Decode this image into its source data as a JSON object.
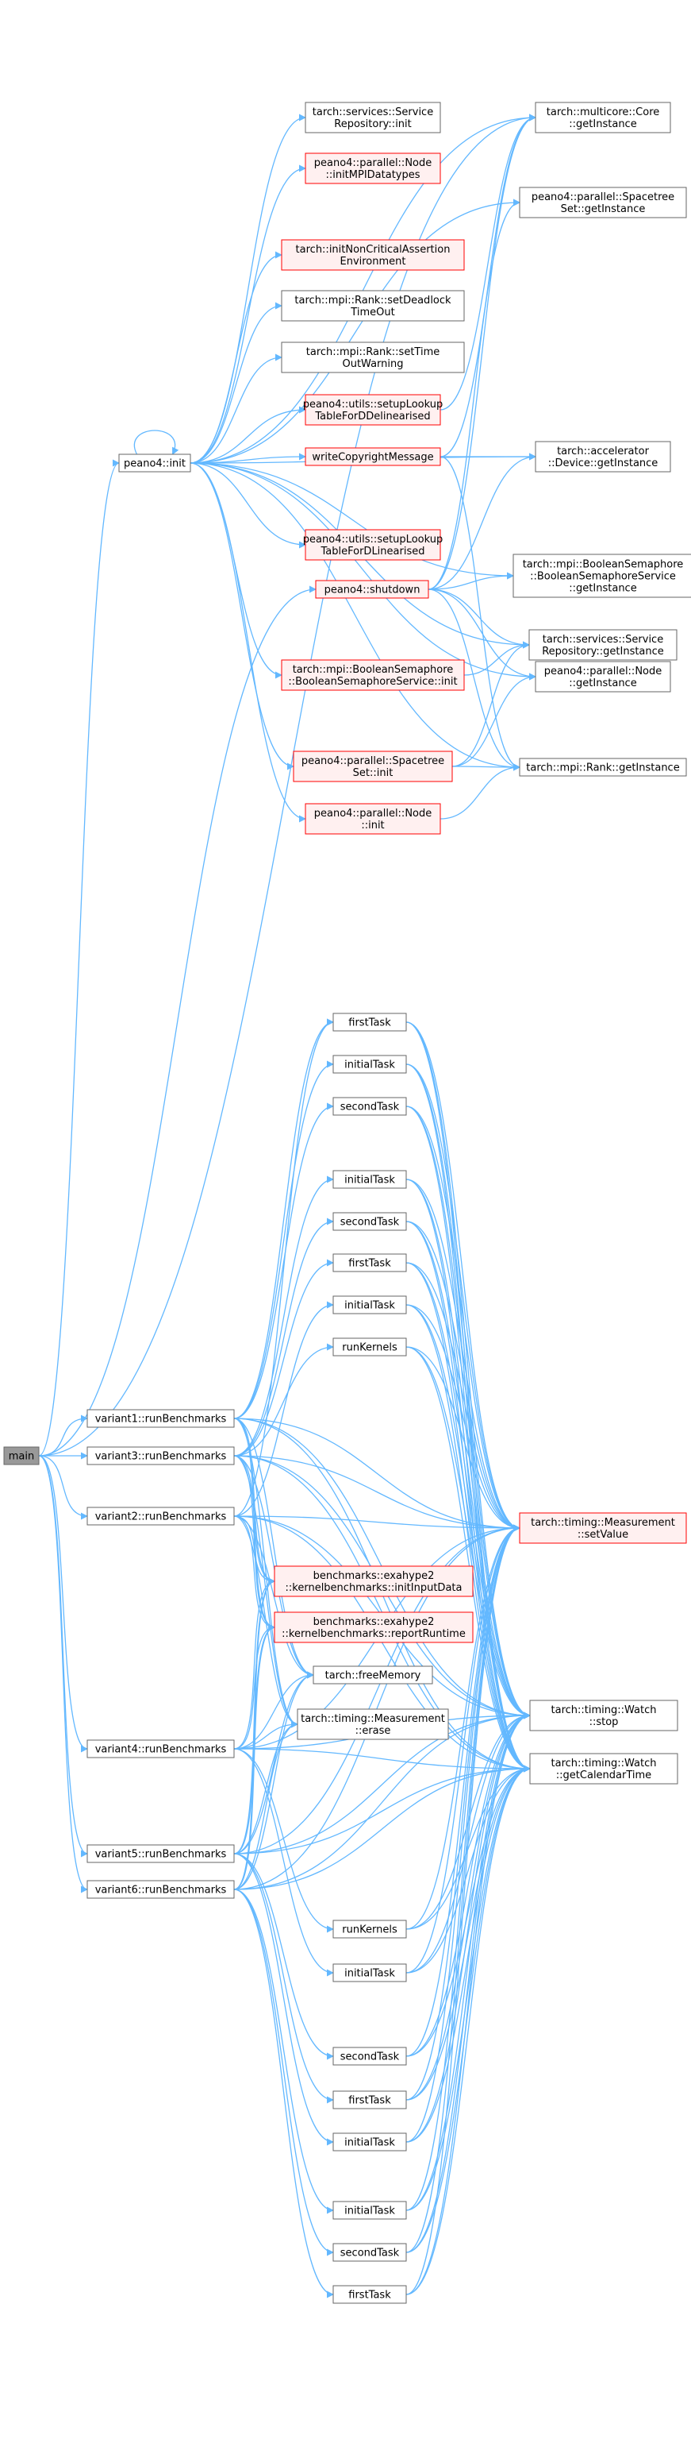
{
  "colors": {
    "edge": "#63b8ff",
    "node_border": "#666666",
    "node_fill": "#ffffff",
    "red_border": "#ff0000",
    "red_fill": "#fff0f0",
    "selected_fill": "#999999",
    "selected_border": "#666666"
  },
  "nodes": [
    {
      "id": "main",
      "lines": [
        "main"
      ],
      "style": "selected",
      "interactable": false
    },
    {
      "id": "peano4_init",
      "lines": [
        "peano4::init"
      ],
      "style": "normal"
    },
    {
      "id": "v1",
      "lines": [
        "variant1::runBenchmarks"
      ],
      "style": "normal"
    },
    {
      "id": "v3",
      "lines": [
        "variant3::runBenchmarks"
      ],
      "style": "normal"
    },
    {
      "id": "v2",
      "lines": [
        "variant2::runBenchmarks"
      ],
      "style": "normal"
    },
    {
      "id": "v4",
      "lines": [
        "variant4::runBenchmarks"
      ],
      "style": "normal"
    },
    {
      "id": "v5",
      "lines": [
        "variant5::runBenchmarks"
      ],
      "style": "normal"
    },
    {
      "id": "v6",
      "lines": [
        "variant6::runBenchmarks"
      ],
      "style": "normal"
    },
    {
      "id": "svc_init",
      "lines": [
        "tarch::services::Service",
        "Repository::init"
      ],
      "style": "normal"
    },
    {
      "id": "initMPI",
      "lines": [
        "peano4::parallel::Node",
        "::initMPIDatatypes"
      ],
      "style": "red"
    },
    {
      "id": "initNonCrit",
      "lines": [
        "tarch::initNonCriticalAssertion",
        "Environment"
      ],
      "style": "red"
    },
    {
      "id": "setDeadlock",
      "lines": [
        "tarch::mpi::Rank::setDeadlock",
        "TimeOut"
      ],
      "style": "normal"
    },
    {
      "id": "setTimeOut",
      "lines": [
        "tarch::mpi::Rank::setTime",
        "OutWarning"
      ],
      "style": "normal"
    },
    {
      "id": "lookupDelin",
      "lines": [
        "peano4::utils::setupLookup",
        "TableForDDelinearised"
      ],
      "style": "red"
    },
    {
      "id": "writeCopy",
      "lines": [
        "writeCopyrightMessage"
      ],
      "style": "red"
    },
    {
      "id": "lookupLin",
      "lines": [
        "peano4::utils::setupLookup",
        "TableForDLinearised"
      ],
      "style": "red"
    },
    {
      "id": "shutdown",
      "lines": [
        "peano4::shutdown"
      ],
      "style": "red"
    },
    {
      "id": "boolSemInit",
      "lines": [
        "tarch::mpi::BooleanSemaphore",
        "::BooleanSemaphoreService::init"
      ],
      "style": "red"
    },
    {
      "id": "spacetreeInit",
      "lines": [
        "peano4::parallel::Spacetree",
        "Set::init"
      ],
      "style": "red"
    },
    {
      "id": "nodeInit",
      "lines": [
        "peano4::parallel::Node",
        "::init"
      ],
      "style": "red"
    },
    {
      "id": "coreGet",
      "lines": [
        "tarch::multicore::Core",
        "::getInstance"
      ],
      "style": "normal"
    },
    {
      "id": "spacetreeGet",
      "lines": [
        "peano4::parallel::Spacetree",
        "Set::getInstance"
      ],
      "style": "normal"
    },
    {
      "id": "accelGet",
      "lines": [
        "tarch::accelerator",
        "::Device::getInstance"
      ],
      "style": "normal"
    },
    {
      "id": "boolSemGet",
      "lines": [
        "tarch::mpi::BooleanSemaphore",
        "::BooleanSemaphoreService",
        "::getInstance"
      ],
      "style": "normal"
    },
    {
      "id": "svcGet",
      "lines": [
        "tarch::services::Service",
        "Repository::getInstance"
      ],
      "style": "normal"
    },
    {
      "id": "nodeGet",
      "lines": [
        "peano4::parallel::Node",
        "::getInstance"
      ],
      "style": "normal"
    },
    {
      "id": "rankGet",
      "lines": [
        "tarch::mpi::Rank::getInstance"
      ],
      "style": "normal"
    },
    {
      "id": "ft1",
      "lines": [
        "firstTask"
      ],
      "style": "normal"
    },
    {
      "id": "it1",
      "lines": [
        "initialTask"
      ],
      "style": "normal"
    },
    {
      "id": "st1",
      "lines": [
        "secondTask"
      ],
      "style": "normal"
    },
    {
      "id": "it2",
      "lines": [
        "initialTask"
      ],
      "style": "normal"
    },
    {
      "id": "st2",
      "lines": [
        "secondTask"
      ],
      "style": "normal"
    },
    {
      "id": "ft2",
      "lines": [
        "firstTask"
      ],
      "style": "normal"
    },
    {
      "id": "it3",
      "lines": [
        "initialTask"
      ],
      "style": "normal"
    },
    {
      "id": "rk1",
      "lines": [
        "runKernels"
      ],
      "style": "normal"
    },
    {
      "id": "initInput",
      "lines": [
        "benchmarks::exahype2",
        "::kernelbenchmarks::initInputData"
      ],
      "style": "red"
    },
    {
      "id": "reportRt",
      "lines": [
        "benchmarks::exahype2",
        "::kernelbenchmarks::reportRuntime"
      ],
      "style": "red"
    },
    {
      "id": "freeMem",
      "lines": [
        "tarch::freeMemory"
      ],
      "style": "normal"
    },
    {
      "id": "measErase",
      "lines": [
        "tarch::timing::Measurement",
        "::erase"
      ],
      "style": "normal"
    },
    {
      "id": "measSet",
      "lines": [
        "tarch::timing::Measurement",
        "::setValue"
      ],
      "style": "red"
    },
    {
      "id": "watchStop",
      "lines": [
        "tarch::timing::Watch",
        "::stop"
      ],
      "style": "normal"
    },
    {
      "id": "watchCal",
      "lines": [
        "tarch::timing::Watch",
        "::getCalendarTime"
      ],
      "style": "normal"
    },
    {
      "id": "rk2",
      "lines": [
        "runKernels"
      ],
      "style": "normal"
    },
    {
      "id": "it4",
      "lines": [
        "initialTask"
      ],
      "style": "normal"
    },
    {
      "id": "st3",
      "lines": [
        "secondTask"
      ],
      "style": "normal"
    },
    {
      "id": "ft3",
      "lines": [
        "firstTask"
      ],
      "style": "normal"
    },
    {
      "id": "it5",
      "lines": [
        "initialTask"
      ],
      "style": "normal"
    },
    {
      "id": "it6",
      "lines": [
        "initialTask"
      ],
      "style": "normal"
    },
    {
      "id": "st4",
      "lines": [
        "secondTask"
      ],
      "style": "normal"
    },
    {
      "id": "ft4",
      "lines": [
        "firstTask"
      ],
      "style": "normal"
    }
  ]
}
